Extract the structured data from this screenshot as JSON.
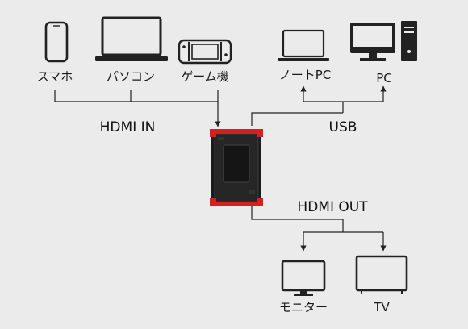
{
  "inputs": {
    "label": "HDMI IN",
    "devices": [
      {
        "name": "スマホ",
        "icon": "smartphone-icon"
      },
      {
        "name": "パソコン",
        "icon": "laptop-icon"
      },
      {
        "name": "ゲーム機",
        "icon": "game-console-icon"
      }
    ]
  },
  "usb": {
    "label": "USB",
    "devices": [
      {
        "name": "ノートPC",
        "icon": "laptop-icon"
      },
      {
        "name": "PC",
        "icon": "desktop-pc-icon"
      }
    ]
  },
  "outputs": {
    "label": "HDMI OUT",
    "devices": [
      {
        "name": "モニター",
        "icon": "monitor-icon"
      },
      {
        "name": "TV",
        "icon": "tv-icon"
      }
    ]
  },
  "device_icon": "capture-box-icon",
  "colors": {
    "background": "#ebebeb",
    "line": "#222222",
    "device_accent": "#d42020",
    "device_body": "#1c1c1c"
  }
}
